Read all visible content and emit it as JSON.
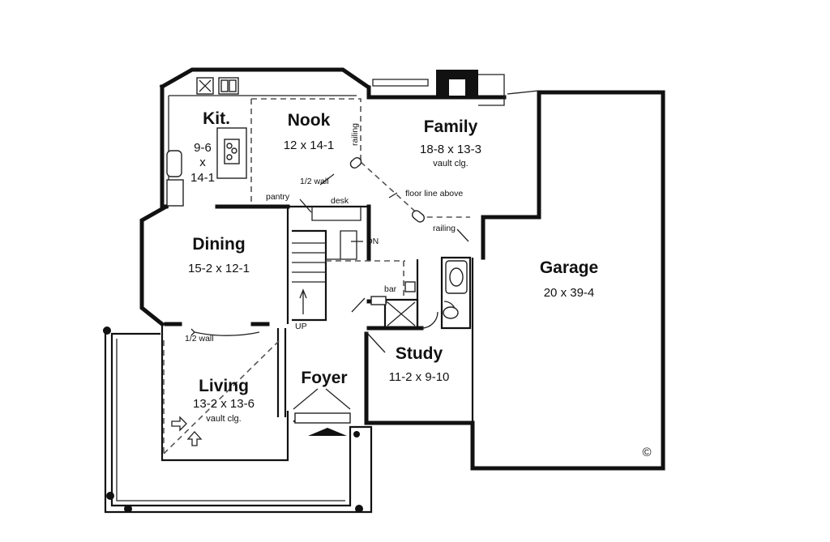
{
  "rooms": {
    "kitchen": {
      "name": "Kit.",
      "dim_line1": "9-6",
      "dim_line2": "x",
      "dim_line3": "14-1"
    },
    "nook": {
      "name": "Nook",
      "dim": "12 x 14-1"
    },
    "family": {
      "name": "Family",
      "dim": "18-8 x 13-3",
      "note": "vault clg."
    },
    "dining": {
      "name": "Dining",
      "dim": "15-2 x 12-1"
    },
    "garage": {
      "name": "Garage",
      "dim": "20 x 39-4"
    },
    "study": {
      "name": "Study",
      "dim": "11-2 x 9-10"
    },
    "living": {
      "name": "Living",
      "dim": "13-2 x 13-6",
      "note": "vault clg."
    },
    "foyer": {
      "name": "Foyer"
    }
  },
  "labels": {
    "pantry": "pantry",
    "desk": "desk",
    "railing_nook": "railing",
    "railing_family": "railing",
    "half_wall_nook": "1/2 wall",
    "half_wall_living": "1/2 wall",
    "floor_line": "floor line above",
    "down": "DN",
    "up": "UP",
    "bar": "bar"
  },
  "copyright": "©"
}
